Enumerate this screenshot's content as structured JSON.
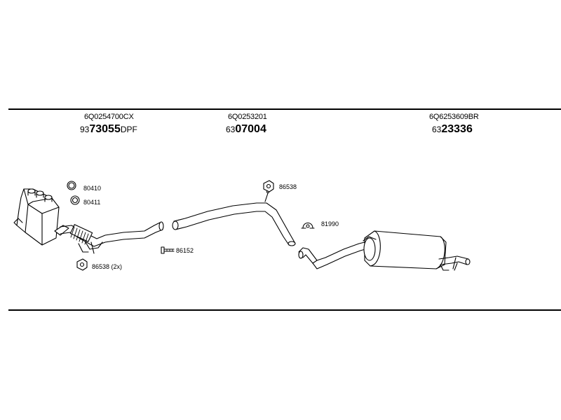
{
  "assemblies": [
    {
      "part_number": "6Q0254700CX",
      "ref_prefix": "93",
      "ref_main": "73055",
      "ref_suffix": "DPF"
    },
    {
      "part_number": "6Q0253201",
      "ref_prefix": "63",
      "ref_main": "07004",
      "ref_suffix": ""
    },
    {
      "part_number": "6Q6253609BR",
      "ref_prefix": "63",
      "ref_main": "23336",
      "ref_suffix": ""
    }
  ],
  "callouts": {
    "ring_1": "80410",
    "ring_2": "80411",
    "nut_front": "86538 (2x)",
    "bolt": "86152",
    "nut_mid": "86538",
    "hanger": "81990"
  },
  "colors": {
    "line": "#000000",
    "fill": "#ffffff",
    "shade": "#9a9a9a"
  }
}
